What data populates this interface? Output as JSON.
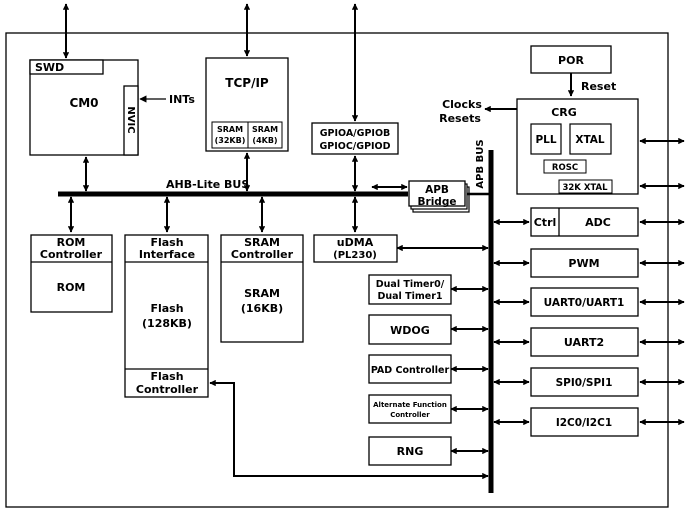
{
  "blocks": {
    "swd": "SWD",
    "cm0": "CM0",
    "nvic": "NVIC",
    "ints": "INTs",
    "tcpip": "TCP/IP",
    "sram32_l1": "SRAM",
    "sram32_l2": "(32KB)",
    "sram4_l1": "SRAM",
    "sram4_l2": "(4KB)",
    "gpio_l1": "GPIOA/GPIOB",
    "gpio_l2": "GPIOC/GPIOD",
    "por": "POR",
    "reset": "Reset",
    "clocks": "Clocks",
    "resets": "Resets",
    "crg": "CRG",
    "pll": "PLL",
    "xtal": "XTAL",
    "rosc": "ROSC",
    "xtal32k": "32K XTAL",
    "apb_bus": "APB BUS",
    "ahb_bus": "AHB-Lite BUS",
    "apb_bridge_l1": "APB",
    "apb_bridge_l2": "Bridge",
    "ctrl": "Ctrl",
    "adc": "ADC",
    "pwm": "PWM",
    "uart01": "UART0/UART1",
    "uart2": "UART2",
    "spi01": "SPI0/SPI1",
    "i2c01": "I2C0/I2C1",
    "rom_ctrl_l1": "ROM",
    "rom_ctrl_l2": "Controller",
    "rom": "ROM",
    "flash_if_l1": "Flash",
    "flash_if_l2": "Interface",
    "flash_l1": "Flash",
    "flash_l2": "(128KB)",
    "flash_ctrl_l1": "Flash",
    "flash_ctrl_l2": "Controller",
    "sram_ctrl_l1": "SRAM",
    "sram_ctrl_l2": "Controller",
    "sram_l1": "SRAM",
    "sram_l2": "(16KB)",
    "udma_l1": "uDMA",
    "udma_l2": "(PL230)",
    "timer_l1": "Dual Timer0/",
    "timer_l2": "Dual Timer1",
    "wdog": "WDOG",
    "pad": "PAD Controller",
    "afc_l1": "Alternate Function",
    "afc_l2": "Controller",
    "rng": "RNG"
  }
}
